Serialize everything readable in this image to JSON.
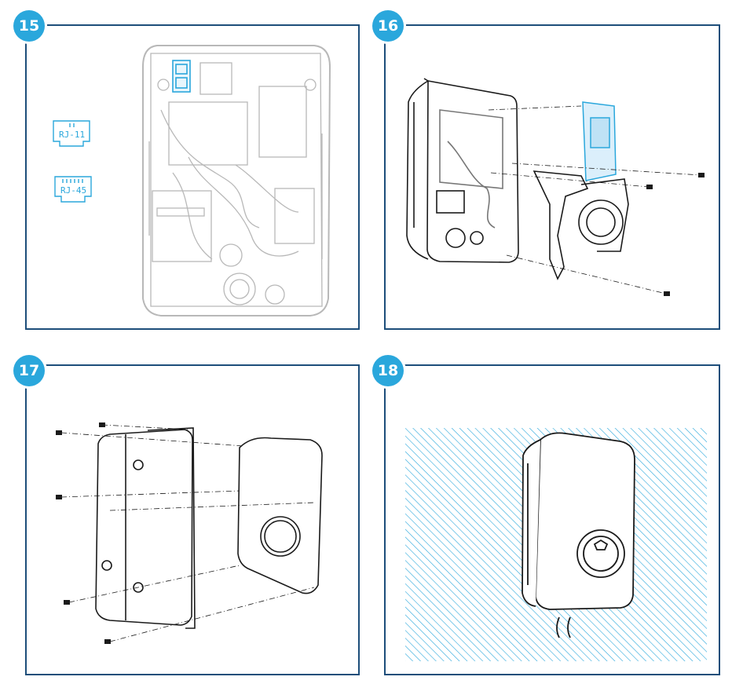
{
  "steps": [
    {
      "number": "15"
    },
    {
      "number": "16"
    },
    {
      "number": "17"
    },
    {
      "number": "18"
    }
  ],
  "connectors": {
    "rj11_label": "RJ-11",
    "rj45_label": "RJ-45"
  },
  "colors": {
    "frame": "#1d4e7a",
    "badge": "#2aa7dc",
    "highlight": "#2aa7dc",
    "line": "#1a1a1a",
    "faded_line": "#b8b8b8"
  }
}
